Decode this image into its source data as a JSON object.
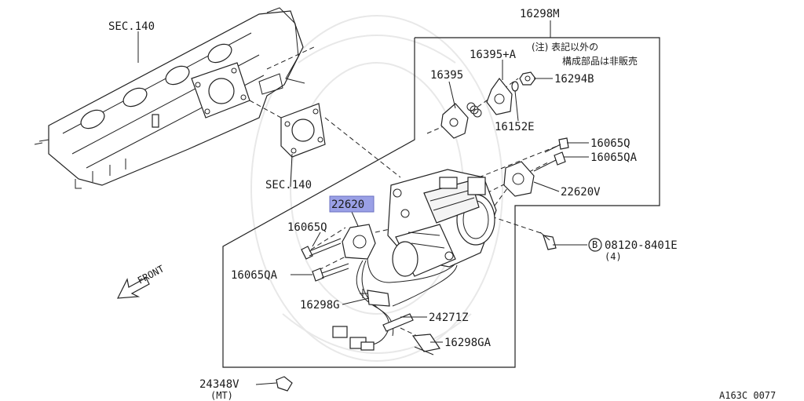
{
  "labels": {
    "sec140_top": "SEC.140",
    "sec140_mid": "SEC.140",
    "p16298M": "16298M",
    "note_line1": "(注) 表記以外の",
    "note_line2": "構成部品は非販売",
    "p16395A": "16395+A",
    "p16395": "16395",
    "p16294B": "16294B",
    "p16152E": "16152E",
    "p16065Q_r": "16065Q",
    "p16065QA_r": "16065QA",
    "p22620V": "22620V",
    "p22620": "22620",
    "p16065Q_l": "16065Q",
    "p16065QA_l": "16065QA",
    "bolt_symbol": "B",
    "bolt_num": "08120-8401E",
    "bolt_qty": "(4)",
    "p16298G": "16298G",
    "p24271Z": "24271Z",
    "p16298GA": "16298GA",
    "p24348V": "24348V",
    "p24348V_note": "(MT)",
    "front": "FRONT",
    "drawing_code": "A163C 0077"
  },
  "colors": {
    "line": "#222222",
    "highlight": "#9aa0e6",
    "background": "#ffffff"
  }
}
